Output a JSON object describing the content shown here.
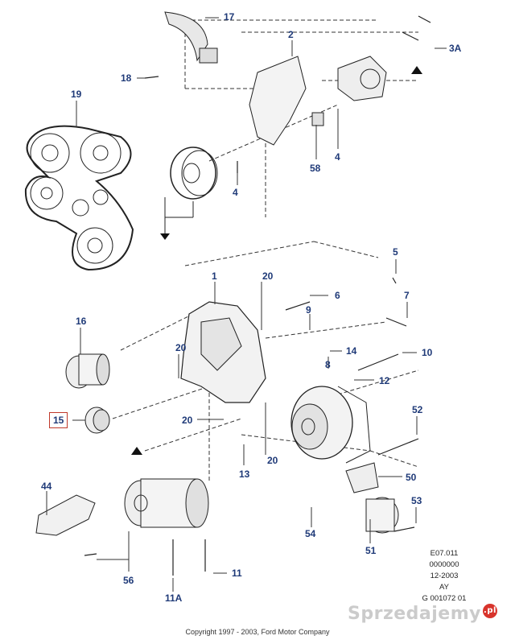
{
  "callouts": [
    {
      "id": "c17",
      "label": "17"
    },
    {
      "id": "c2",
      "label": "2"
    },
    {
      "id": "c3a",
      "label": "3A"
    },
    {
      "id": "c18",
      "label": "18"
    },
    {
      "id": "c19",
      "label": "19"
    },
    {
      "id": "c58",
      "label": "58"
    },
    {
      "id": "c4a",
      "label": "4"
    },
    {
      "id": "c4b",
      "label": "4"
    },
    {
      "id": "c1",
      "label": "1"
    },
    {
      "id": "c20a",
      "label": "20"
    },
    {
      "id": "c5",
      "label": "5"
    },
    {
      "id": "c6",
      "label": "6"
    },
    {
      "id": "c7",
      "label": "7"
    },
    {
      "id": "c9",
      "label": "9"
    },
    {
      "id": "c16",
      "label": "16"
    },
    {
      "id": "c20b",
      "label": "20"
    },
    {
      "id": "c14",
      "label": "14"
    },
    {
      "id": "c10",
      "label": "10"
    },
    {
      "id": "c8",
      "label": "8"
    },
    {
      "id": "c12",
      "label": "12"
    },
    {
      "id": "c15",
      "label": "15"
    },
    {
      "id": "c20c",
      "label": "20"
    },
    {
      "id": "c52",
      "label": "52"
    },
    {
      "id": "c20d",
      "label": "20"
    },
    {
      "id": "c13",
      "label": "13"
    },
    {
      "id": "c50",
      "label": "50"
    },
    {
      "id": "c44",
      "label": "44"
    },
    {
      "id": "c53",
      "label": "53"
    },
    {
      "id": "c54",
      "label": "54"
    },
    {
      "id": "c51",
      "label": "51"
    },
    {
      "id": "c56",
      "label": "56"
    },
    {
      "id": "c11",
      "label": "11"
    },
    {
      "id": "c11a",
      "label": "11A"
    }
  ],
  "drawing_code": [
    "E07.011",
    "0000000",
    "12-2003",
    "AY",
    "G 001072 01"
  ],
  "copyright": "Copyright 1997 - 2003, Ford Motor Company",
  "watermark": {
    "text": "Sprzedajemy",
    "badge": ".pl"
  },
  "colors": {
    "callout": "#1f3a78",
    "highlight_box": "#c0392b",
    "line": "#222222"
  }
}
